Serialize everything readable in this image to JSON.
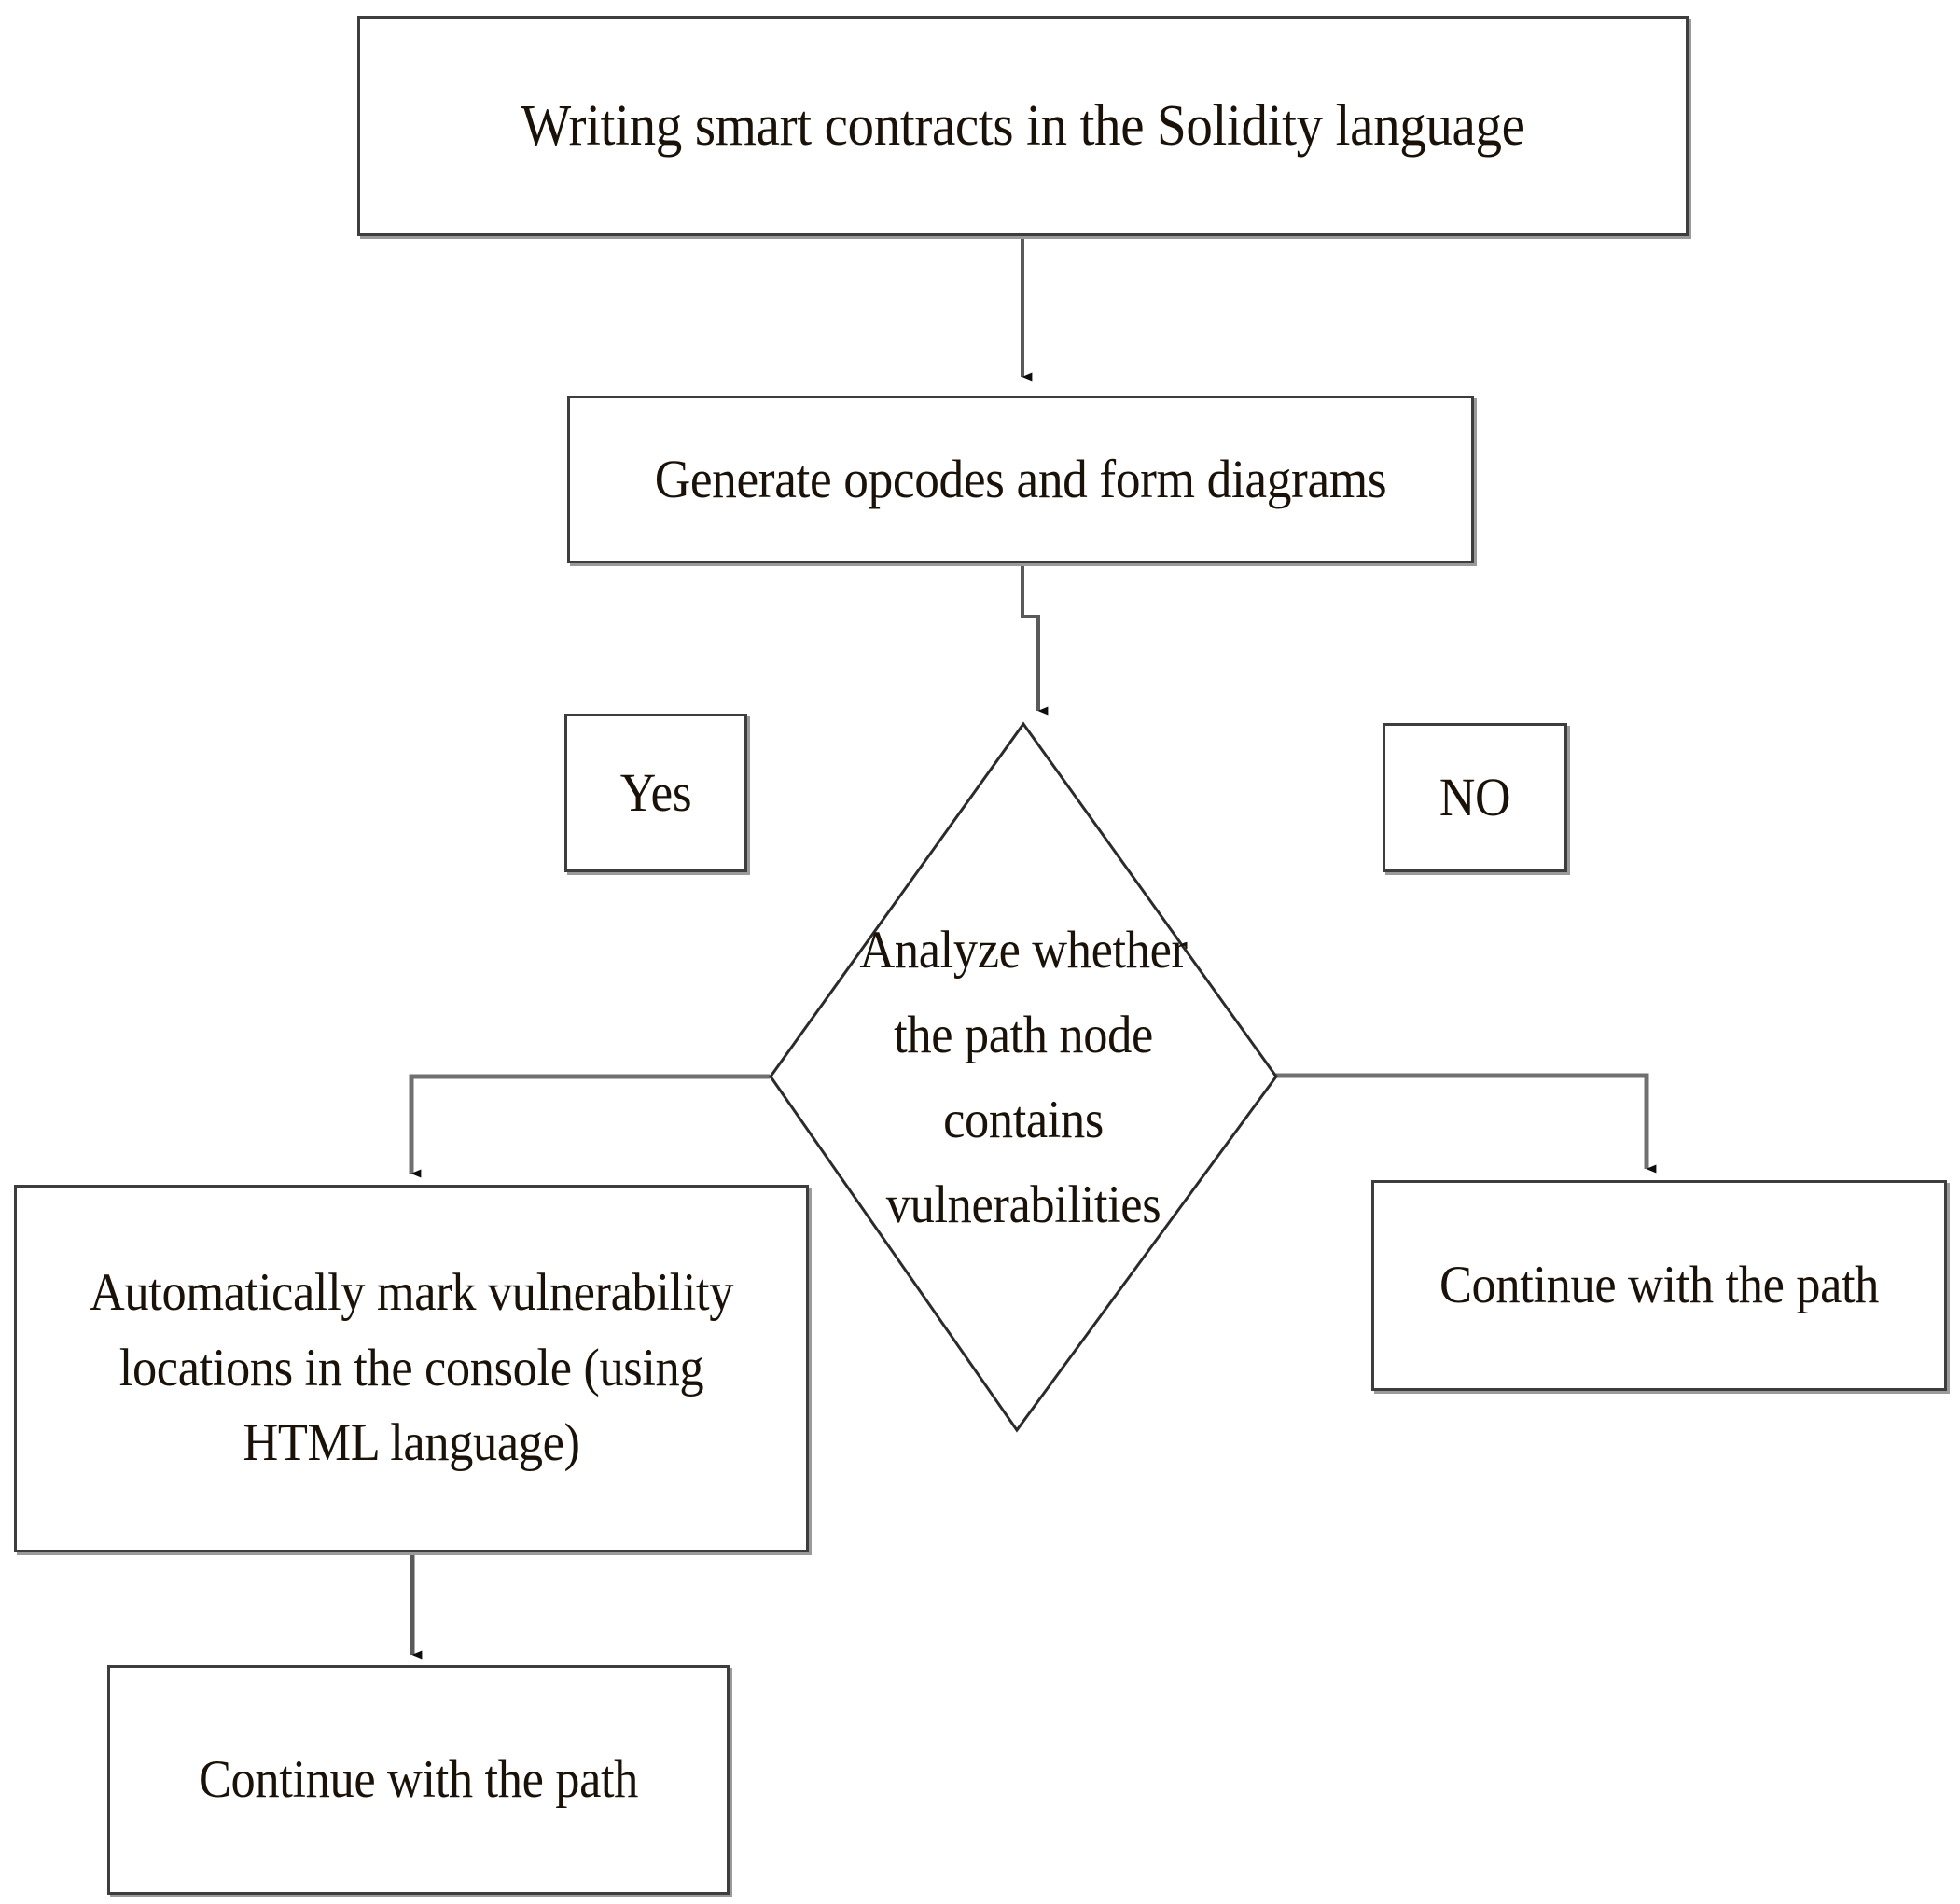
{
  "diagram": {
    "type": "flowchart",
    "title_visible": false,
    "background_color": "#ffffff",
    "line_color": "#3d3d3d",
    "text_color": "#1a1208",
    "nodes": {
      "write_contracts": {
        "shape": "rectangle",
        "label": "Writing smart contracts in the Solidity language"
      },
      "generate_opcodes": {
        "shape": "rectangle",
        "label": "Generate opcodes and form diagrams"
      },
      "decision": {
        "shape": "diamond",
        "label": "Analyze whether\nthe path node\ncontains\nvulnerabilities"
      },
      "yes_label": {
        "shape": "rectangle",
        "label": "Yes"
      },
      "no_label": {
        "shape": "rectangle",
        "label": "NO"
      },
      "mark_vulnerabilities": {
        "shape": "rectangle",
        "label": "Automatically mark vulnerability locations in the console (using HTML language)"
      },
      "continue_right": {
        "shape": "rectangle",
        "label": "Continue with the path"
      },
      "continue_bottom": {
        "shape": "rectangle",
        "label": "Continue with the path"
      }
    },
    "edges": [
      {
        "from": "write_contracts",
        "to": "generate_opcodes",
        "label": ""
      },
      {
        "from": "generate_opcodes",
        "to": "decision",
        "label": ""
      },
      {
        "from": "decision",
        "to": "mark_vulnerabilities",
        "label": "Yes"
      },
      {
        "from": "decision",
        "to": "continue_right",
        "label": "NO"
      },
      {
        "from": "mark_vulnerabilities",
        "to": "continue_bottom",
        "label": ""
      }
    ]
  }
}
